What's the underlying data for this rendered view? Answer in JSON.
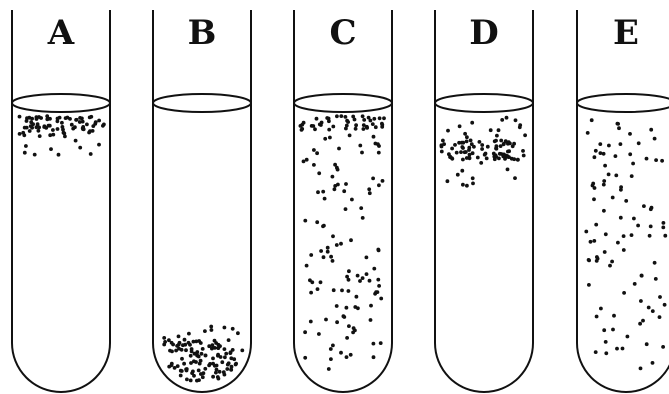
{
  "tubes": [
    {
      "label": "A",
      "pattern": "surface-band"
    },
    {
      "label": "B",
      "pattern": "bottom-cluster"
    },
    {
      "label": "C",
      "pattern": "surface-band-plus-throughout"
    },
    {
      "label": "D",
      "pattern": "subsurface-band"
    },
    {
      "label": "E",
      "pattern": "uniform-throughout"
    }
  ],
  "colors": {
    "outline": "#111111",
    "dots": "#111111",
    "background": "#ffffff"
  }
}
